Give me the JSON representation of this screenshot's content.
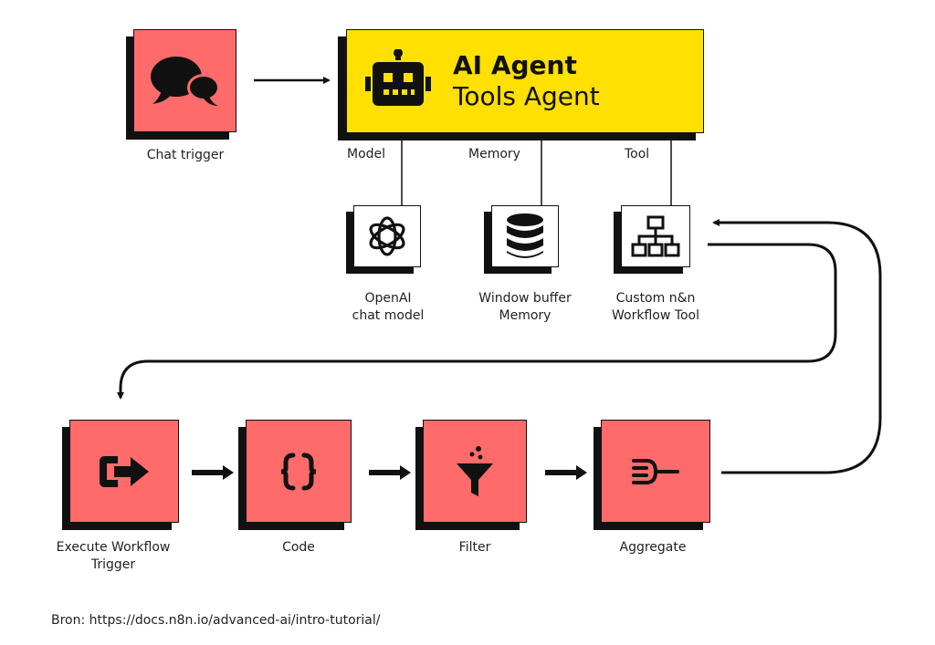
{
  "agent": {
    "title": "AI Agent",
    "subtitle": "Tools Agent"
  },
  "connections": {
    "model": "Model",
    "memory": "Memory",
    "tool": "Tool"
  },
  "nodes": {
    "chat_trigger": "Chat trigger",
    "openai": "OpenAI\nchat model",
    "memory": "Window buffer\nMemory",
    "custom_tool": "Custom n&n\nWorkflow Tool",
    "execute_trigger": "Execute Workflow\nTrigger",
    "code": "Code",
    "filter": "Filter",
    "aggregate": "Aggregate"
  },
  "source": "Bron: https://docs.n8n.io/advanced-ai/intro-tutorial/",
  "colors": {
    "node_red": "#ff6b6b",
    "agent_yellow": "#ffe000",
    "outline": "#111111"
  },
  "icons": [
    "chat-bubbles-icon",
    "robot-icon",
    "openai-icon",
    "database-icon",
    "sitemap-icon",
    "sign-out-icon",
    "braces-icon",
    "funnel-icon",
    "aggregate-icon"
  ]
}
